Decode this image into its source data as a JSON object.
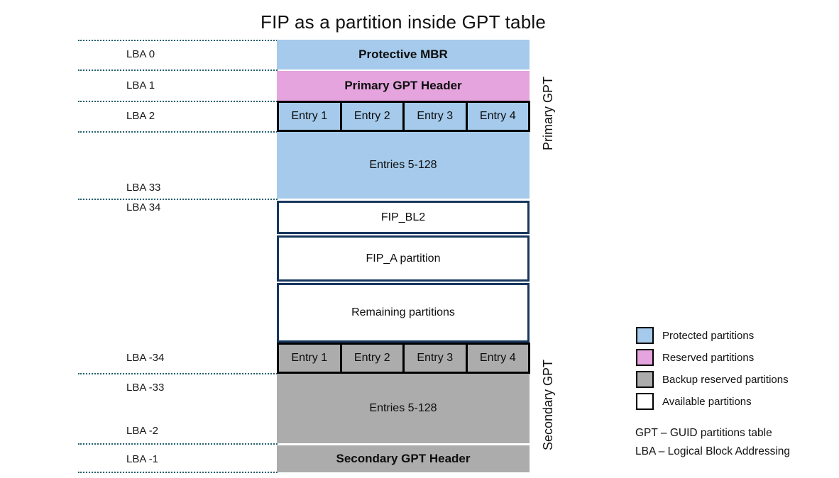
{
  "title": "FIP as a partition inside GPT table",
  "diagram": {
    "lba_markers": [
      "LBA 0",
      "LBA 1",
      "LBA 2",
      "LBA 33",
      "LBA 34",
      "LBA -34",
      "LBA -33",
      "LBA -2",
      "LBA -1"
    ],
    "section_labels": {
      "primary": "Primary GPT",
      "secondary": "Secondary GPT"
    },
    "blocks": {
      "protective_mbr": "Protective MBR",
      "primary_gpt_header": "Primary GPT Header",
      "primary_entries": [
        "Entry 1",
        "Entry 2",
        "Entry 3",
        "Entry 4"
      ],
      "primary_entries_rest": "Entries 5-128",
      "fip_bl2": "FIP_BL2",
      "fip_a": "FIP_A partition",
      "remaining": "Remaining partitions",
      "secondary_entries": [
        "Entry 1",
        "Entry 2",
        "Entry 3",
        "Entry 4"
      ],
      "secondary_entries_rest": "Entries 5-128",
      "secondary_gpt_header": "Secondary GPT Header"
    }
  },
  "legend": {
    "items": [
      {
        "label": "Protected partitions",
        "color": "#A5CAEB"
      },
      {
        "label": "Reserved partitions",
        "color": "#E5A4DE"
      },
      {
        "label": "Backup reserved partitions",
        "color": "#ACACAC"
      },
      {
        "label": "Available partitions",
        "color": "#FFFFFF"
      }
    ],
    "abbreviations": [
      "GPT – GUID partitions table",
      "LBA – Logical Block Addressing"
    ]
  },
  "colors": {
    "protected": "#A5CAEB",
    "reserved": "#E5A4DE",
    "backup": "#ACACAC",
    "available_border": "#17375E",
    "dotted_line": "#25606F",
    "entry_border": "#000000"
  }
}
